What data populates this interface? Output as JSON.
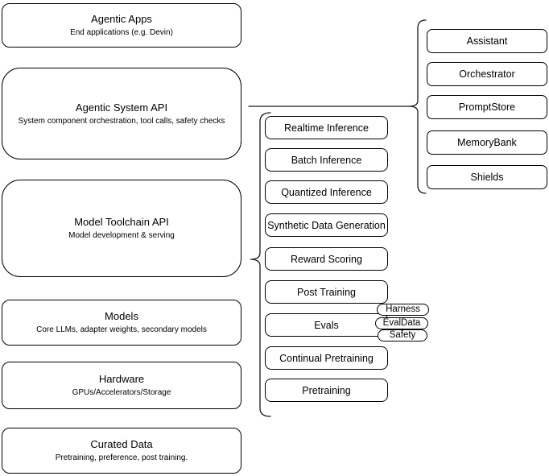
{
  "diagram": {
    "left_stack": [
      {
        "title": "Agentic Apps",
        "subtitle": "End applications (e.g. Devin)"
      },
      {
        "title": "Agentic System API",
        "subtitle": "System component orchestration, tool calls, safety checks"
      },
      {
        "title": "Model Toolchain API",
        "subtitle": "Model development & serving"
      },
      {
        "title": "Models",
        "subtitle": "Core LLMs, adapter weights, secondary models"
      },
      {
        "title": "Hardware",
        "subtitle": "GPUs/Accelerators/Storage"
      },
      {
        "title": "Curated Data",
        "subtitle": "Pretraining, preference, post training."
      }
    ],
    "toolchain_items": [
      "Realtime Inference",
      "Batch Inference",
      "Quantized Inference",
      "Synthetic Data Generation",
      "Reward Scoring",
      "Post Training",
      "Evals",
      "Continual Pretraining",
      "Pretraining"
    ],
    "eval_tags": [
      "Harness",
      "EvalData",
      "Safety"
    ],
    "system_components": [
      "Assistant",
      "Orchestrator",
      "PromptStore",
      "MemoryBank",
      "Shields"
    ],
    "colors": {
      "background": "#ffffff",
      "box_border": "#000000",
      "text": "#000000",
      "connector": "#1a1a1a"
    }
  }
}
